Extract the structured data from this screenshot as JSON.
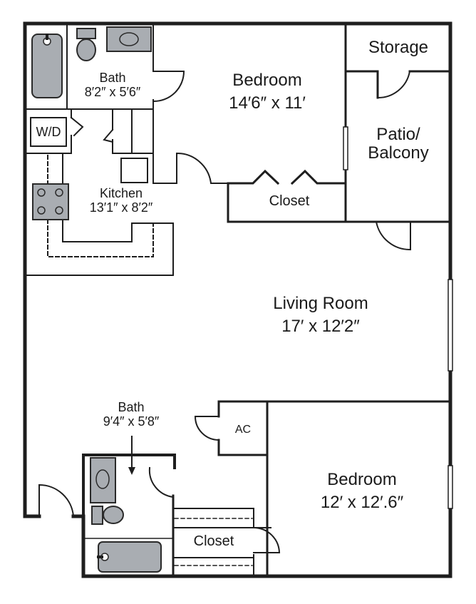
{
  "plan": {
    "colors": {
      "wall": "#1e1e1e",
      "fixture_fill": "#a9adb2",
      "fixture_stroke": "#2a2a2a",
      "background": "#ffffff"
    },
    "rooms": {
      "bath1": {
        "name": "Bath",
        "dims": "8′2″ x 5′6″"
      },
      "bedroom1": {
        "name": "Bedroom",
        "dims": "14′6″ x 11′"
      },
      "storage": {
        "name": "Storage"
      },
      "patio": {
        "name_line1": "Patio/",
        "name_line2": "Balcony"
      },
      "wd": {
        "name": "W/D"
      },
      "kitchen": {
        "name": "Kitchen",
        "dims": "13′1″ x 8′2″"
      },
      "closet1": {
        "name": "Closet"
      },
      "living": {
        "name": "Living Room",
        "dims": "17′ x 12′2″"
      },
      "bath2": {
        "name": "Bath",
        "dims": "9′4″ x 5′8″"
      },
      "ac": {
        "name": "AC"
      },
      "bedroom2": {
        "name": "Bedroom",
        "dims": "12′ x 12′.6″"
      },
      "closet2": {
        "name": "Closet"
      }
    }
  }
}
